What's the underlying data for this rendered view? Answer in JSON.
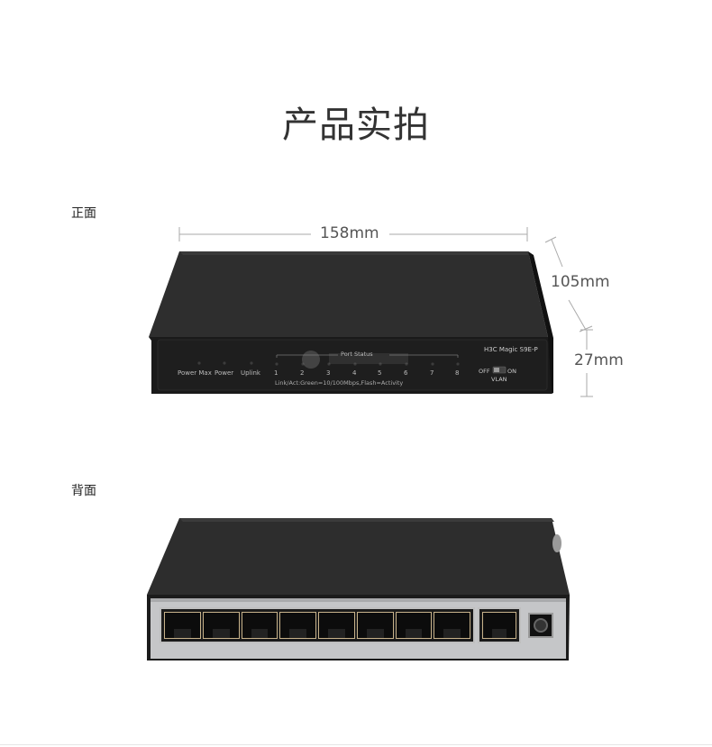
{
  "page": {
    "title": "产品实拍"
  },
  "front": {
    "section_label": "正面",
    "width_dim": "158mm",
    "depth_dim": "105mm",
    "height_dim": "27mm",
    "model": "H3C Magic S9E-P",
    "led_labels": [
      "Power Max",
      "Power",
      "Uplink"
    ],
    "port_status_label": "Port Status",
    "port_numbers": [
      "1",
      "2",
      "3",
      "4",
      "5",
      "6",
      "7",
      "8"
    ],
    "legend": "Link/Act:Green=10/100Mbps,Flash=Activity",
    "switch_off": "OFF",
    "switch_on": "ON",
    "switch_label": "VLAN"
  },
  "back": {
    "section_label": "背面"
  },
  "colors": {
    "case_top": "#2b2b2b",
    "case_front": "#1c1c1c",
    "back_panel": "#c8c9cb",
    "rj45_gold": "#c7b28a"
  }
}
